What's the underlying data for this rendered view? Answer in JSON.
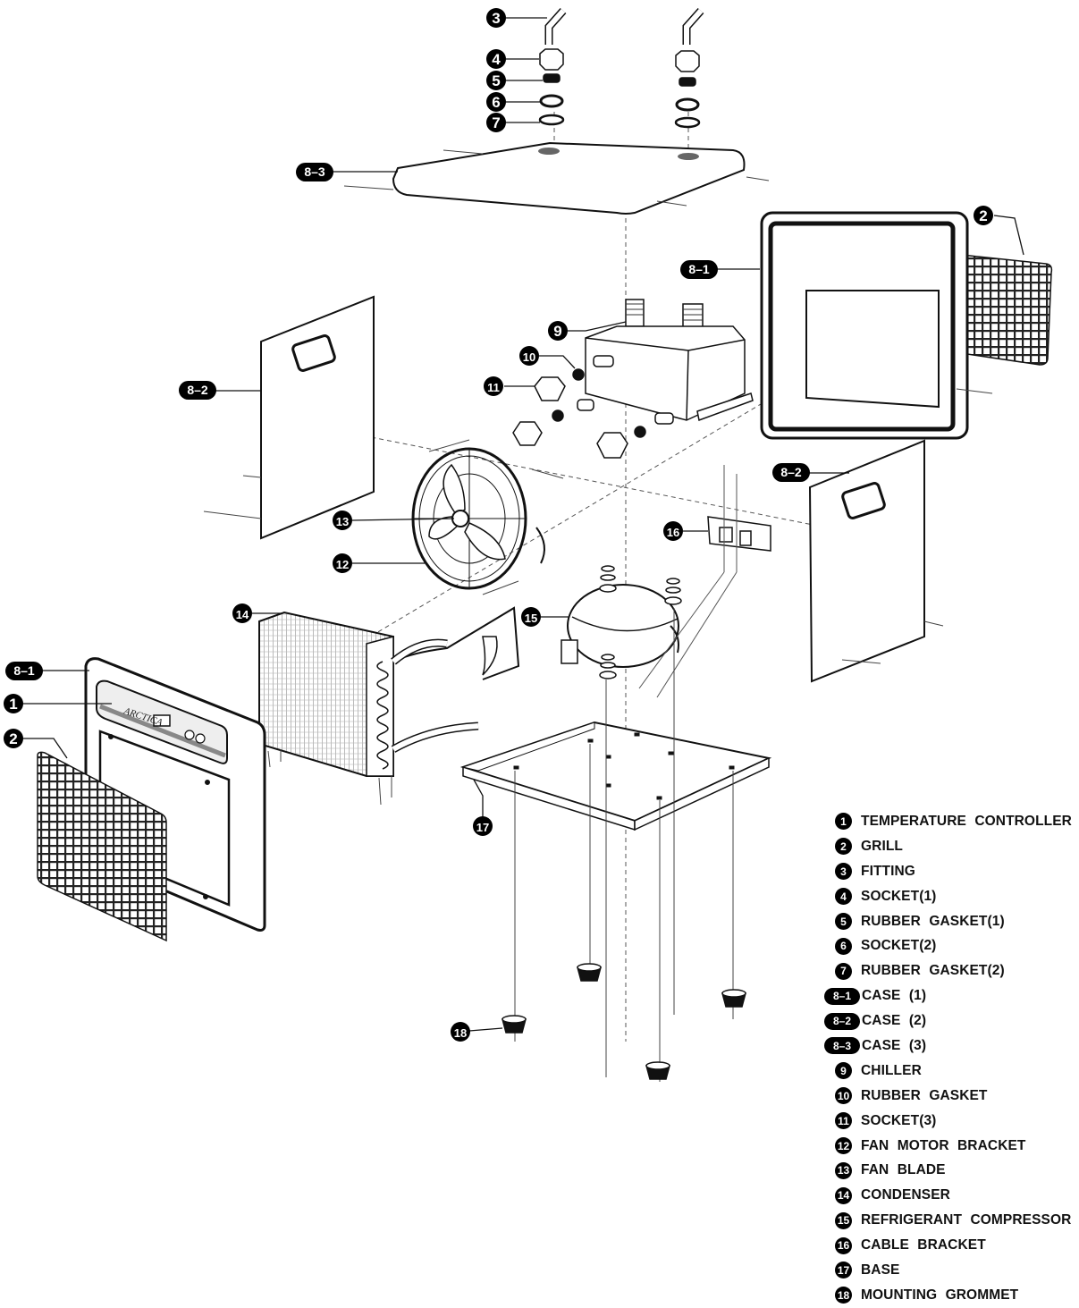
{
  "brand_text": "ARCTICA",
  "callouts": [
    {
      "id": "c-3",
      "num": "3"
    },
    {
      "id": "c-4",
      "num": "4"
    },
    {
      "id": "c-5",
      "num": "5"
    },
    {
      "id": "c-6",
      "num": "6"
    },
    {
      "id": "c-7",
      "num": "7"
    },
    {
      "id": "c-8-3",
      "num": "8–3"
    },
    {
      "id": "c-2-top",
      "num": "2"
    },
    {
      "id": "c-8-1-top",
      "num": "8–1"
    },
    {
      "id": "c-9",
      "num": "9"
    },
    {
      "id": "c-8-2-left",
      "num": "8–2"
    },
    {
      "id": "c-10",
      "num": "10"
    },
    {
      "id": "c-11",
      "num": "11"
    },
    {
      "id": "c-8-2-right",
      "num": "8–2"
    },
    {
      "id": "c-16",
      "num": "16"
    },
    {
      "id": "c-13",
      "num": "13"
    },
    {
      "id": "c-12",
      "num": "12"
    },
    {
      "id": "c-14",
      "num": "14"
    },
    {
      "id": "c-15",
      "num": "15"
    },
    {
      "id": "c-8-1-left",
      "num": "8–1"
    },
    {
      "id": "c-1",
      "num": "1"
    },
    {
      "id": "c-2-left",
      "num": "2"
    },
    {
      "id": "c-17",
      "num": "17"
    },
    {
      "id": "c-18",
      "num": "18"
    }
  ],
  "legend": [
    {
      "num": "1",
      "label": "TEMPERATURE CONTROLLER"
    },
    {
      "num": "2",
      "label": "GRILL"
    },
    {
      "num": "3",
      "label": "FITTING"
    },
    {
      "num": "4",
      "label": "SOCKET(1)"
    },
    {
      "num": "5",
      "label": "RUBBER GASKET(1)"
    },
    {
      "num": "6",
      "label": "SOCKET(2)"
    },
    {
      "num": "7",
      "label": "RUBBER GASKET(2)"
    },
    {
      "num": "8–1",
      "label": "CASE (1)"
    },
    {
      "num": "8–2",
      "label": "CASE (2)"
    },
    {
      "num": "8–3",
      "label": "CASE (3)"
    },
    {
      "num": "9",
      "label": "CHILLER"
    },
    {
      "num": "10",
      "label": "RUBBER GASKET"
    },
    {
      "num": "11",
      "label": "SOCKET(3)"
    },
    {
      "num": "12",
      "label": "FAN MOTOR BRACKET"
    },
    {
      "num": "13",
      "label": "FAN BLADE"
    },
    {
      "num": "14",
      "label": "CONDENSER"
    },
    {
      "num": "15",
      "label": "REFRIGERANT COMPRESSOR"
    },
    {
      "num": "16",
      "label": "CABLE BRACKET"
    },
    {
      "num": "17",
      "label": "BASE"
    },
    {
      "num": "18",
      "label": "MOUNTING GROMMET"
    }
  ]
}
